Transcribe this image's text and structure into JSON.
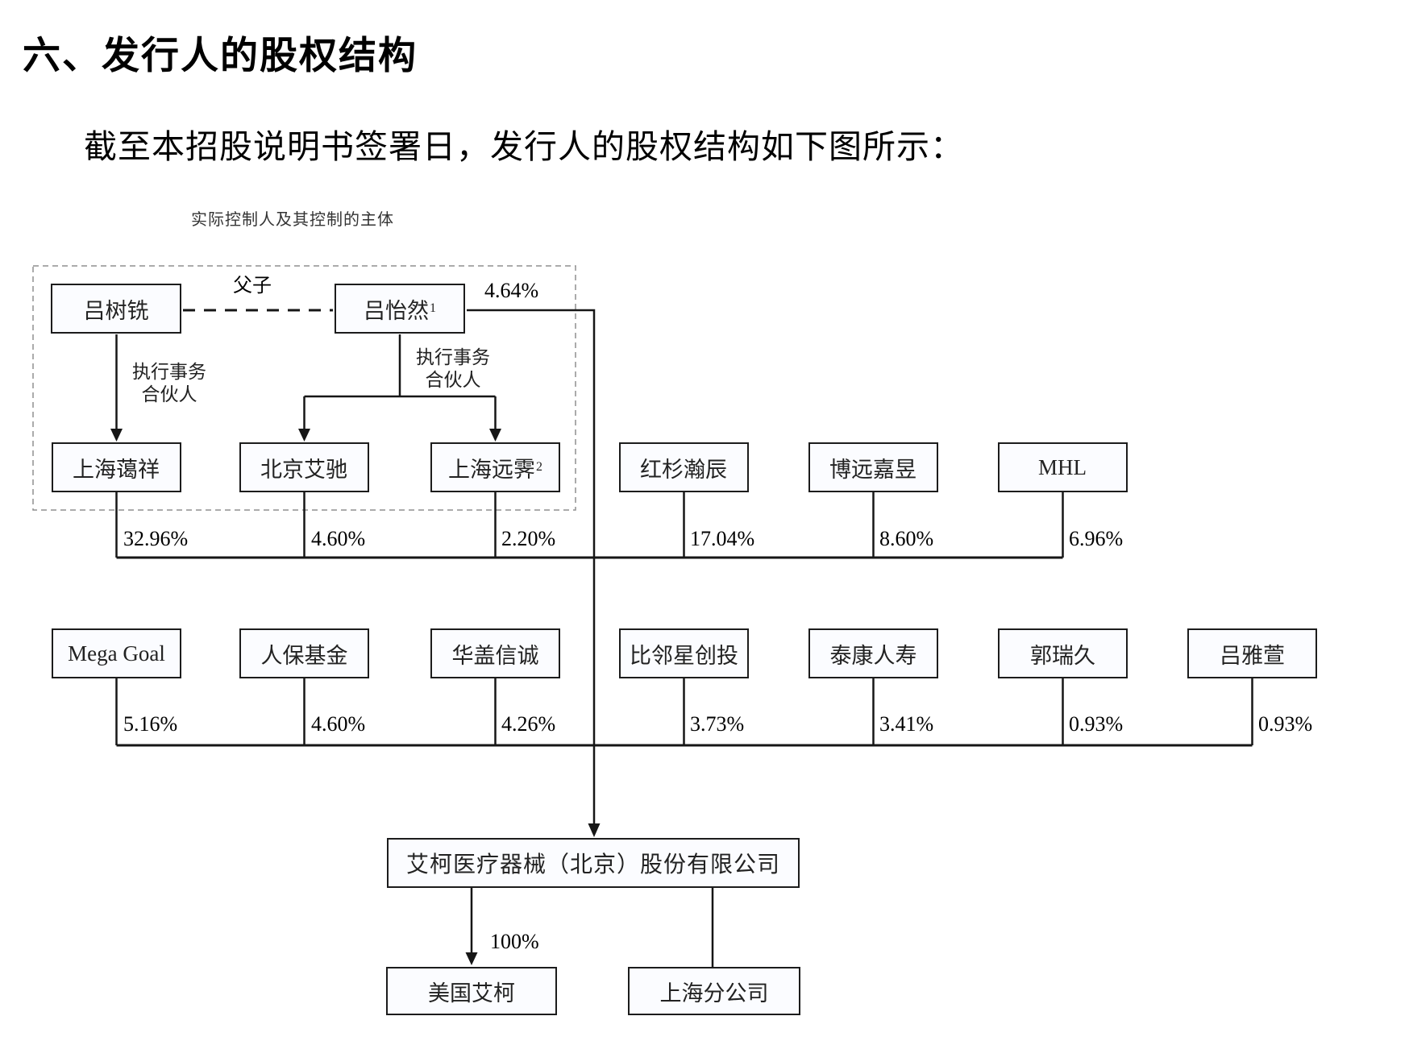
{
  "page": {
    "section_title": "六、发行人的股权结构",
    "intro": "截至本招股说明书签署日，发行人的股权结构如下图所示："
  },
  "diagram": {
    "group_label": "实际控制人及其控制的主体",
    "relation_label": "父子",
    "exec_partner_line1": "执行事务",
    "exec_partner_line2": "合伙人",
    "controllers": [
      {
        "label": "吕树铣",
        "sup": ""
      },
      {
        "label": "吕怡然",
        "sup": "1",
        "stake": "4.64%"
      }
    ],
    "tier1": [
      {
        "label": "上海蔼祥",
        "sup": "",
        "stake": "32.96%"
      },
      {
        "label": "北京艾驰",
        "sup": "",
        "stake": "4.60%"
      },
      {
        "label": "上海远霁",
        "sup": "2",
        "stake": "2.20%"
      },
      {
        "label": "红杉瀚辰",
        "sup": "",
        "stake": "17.04%"
      },
      {
        "label": "博远嘉昱",
        "sup": "",
        "stake": "8.60%"
      },
      {
        "label": "MHL",
        "sup": "",
        "stake": "6.96%"
      }
    ],
    "tier2": [
      {
        "label": "Mega Goal",
        "stake": "5.16%"
      },
      {
        "label": "人保基金",
        "stake": "4.60%"
      },
      {
        "label": "华盖信诚",
        "stake": "4.26%"
      },
      {
        "label": "比邻星创投",
        "stake": "3.73%"
      },
      {
        "label": "泰康人寿",
        "stake": "3.41%"
      },
      {
        "label": "郭瑞久",
        "stake": "0.93%"
      },
      {
        "label": "吕雅萱",
        "stake": "0.93%"
      }
    ],
    "company": {
      "label": "艾柯医疗器械（北京）股份有限公司"
    },
    "subsidiaries": [
      {
        "label": "美国艾柯",
        "stake": "100%"
      },
      {
        "label": "上海分公司",
        "stake": ""
      }
    ]
  }
}
